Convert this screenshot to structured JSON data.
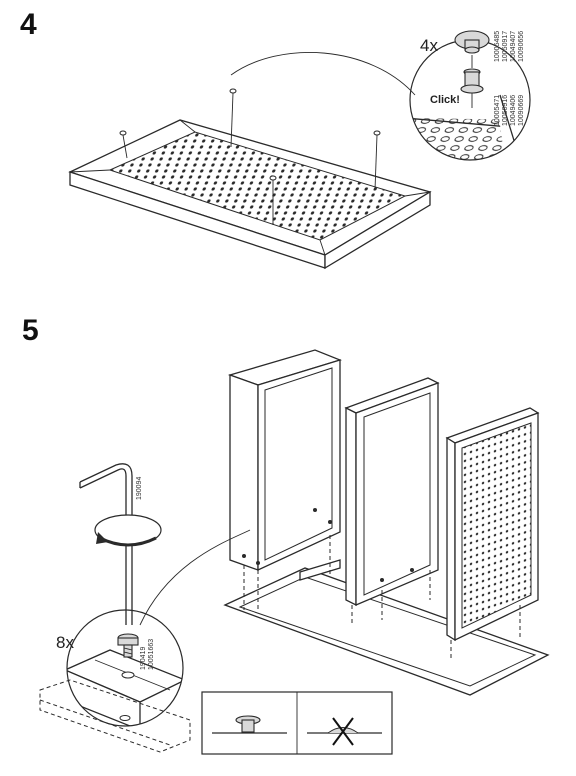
{
  "step4": {
    "number": "4",
    "quantity": "4x",
    "click_label": "Click!",
    "codes_col1": [
      "10005485",
      "10050917",
      "10049407",
      "10090656"
    ],
    "codes_col2": [
      "10005471",
      "10050916",
      "10049406",
      "10090669"
    ]
  },
  "step5": {
    "number": "5",
    "quantity": "8x",
    "key_code": "190094",
    "bolt_codes": [
      "190419",
      "10051663"
    ]
  },
  "icons": [
    "pin-icon",
    "hex-key-icon",
    "rotation-arrow-icon",
    "bolt-icon",
    "correct-fit-icon",
    "wrong-fit-icon"
  ]
}
